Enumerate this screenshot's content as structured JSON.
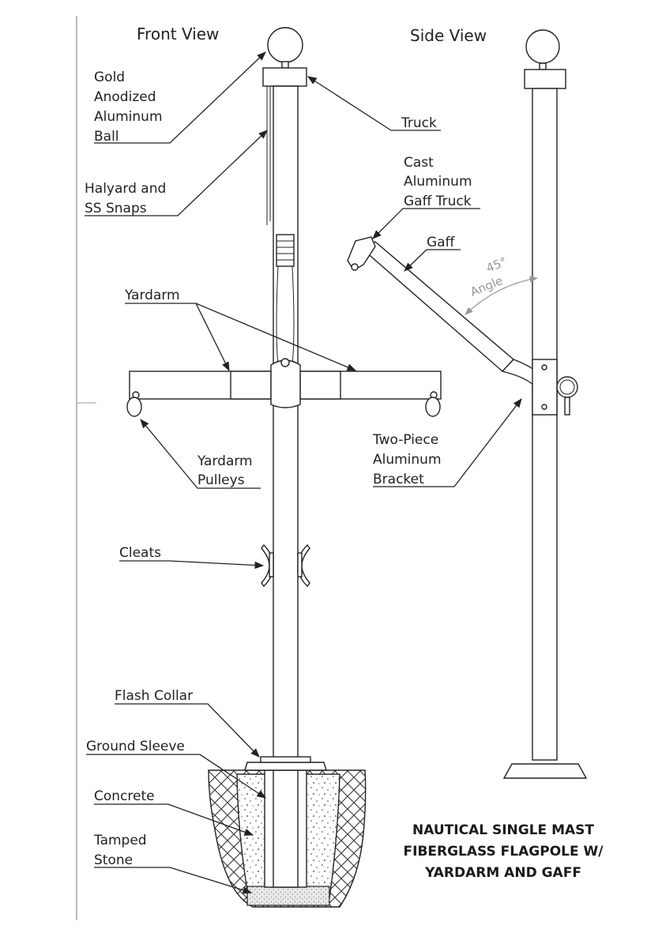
{
  "views": {
    "front": "Front View",
    "side": "Side View"
  },
  "labels": {
    "ball": [
      "Gold",
      "Anodized",
      "Aluminum",
      "Ball"
    ],
    "truck": "Truck",
    "halyard": [
      "Halyard and",
      "SS Snaps"
    ],
    "gaff_truck": [
      "Cast",
      "Aluminum",
      "Gaff Truck"
    ],
    "gaff": "Gaff",
    "angle": [
      "45°",
      "Angle"
    ],
    "yardarm": "Yardarm",
    "pulleys": [
      "Yardarm",
      "Pulleys"
    ],
    "bracket": [
      "Two-Piece",
      "Aluminum",
      "Bracket"
    ],
    "cleats": "Cleats",
    "flash_collar": "Flash Collar",
    "ground_sleeve": "Ground Sleeve",
    "concrete": "Concrete",
    "tamped_stone": [
      "Tamped",
      "Stone"
    ]
  },
  "caption": [
    "NAUTICAL SINGLE MAST",
    "FIBERGLASS FLAGPOLE W/",
    "YARDARM AND GAFF"
  ]
}
